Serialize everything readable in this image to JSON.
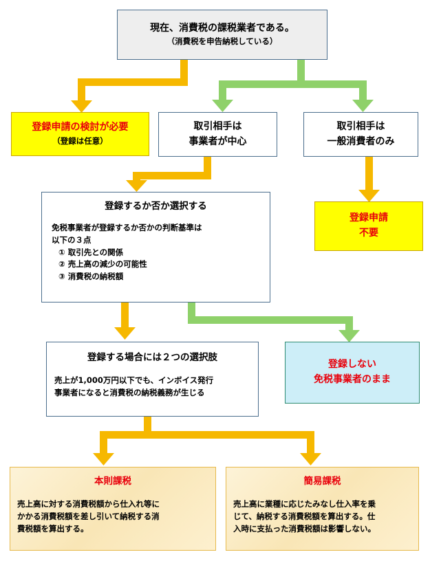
{
  "top": {
    "line1": "現在、消費税の課税業者である。",
    "line2": "（消費税を申告納税している）"
  },
  "consider": {
    "line1": "登録申請の検討が必要",
    "line2": "（登録は任意）"
  },
  "business": {
    "line1": "取引相手は",
    "line2": "事業者が中心"
  },
  "consumer": {
    "line1": "取引相手は",
    "line2": "一般消費者のみ"
  },
  "no_register": {
    "line1": "登録申請",
    "line2": "不要"
  },
  "select": {
    "title": "登録するか否か選択する",
    "intro1": "免税事業者が登録するか否かの判断基準は",
    "intro2": "以下の３点",
    "items": [
      "① 取引先との関係",
      "② 売上高の減少の可能性",
      "③ 消費税の納税額"
    ]
  },
  "register": {
    "title": "登録する場合には２つの選択肢",
    "line1": "売上が1,000万円以下でも、インボイス発行",
    "line2": "事業者になると消費税の納税義務が生じる"
  },
  "not_register": {
    "line1": "登録しない",
    "line2": "免税事業者のまま"
  },
  "honsoku": {
    "title": "本則課税",
    "line1": "売上高に対する消費税額から仕入れ等に",
    "line2": "かかる消費税額を差し引いて納税する消",
    "line3": "費税額を算出する。"
  },
  "kani": {
    "title": "簡易課税",
    "line1": "売上高に業種に応じたみなし仕入率を乗",
    "line2": "じて、納税する消費税額を算出する。仕",
    "line3": "入時に支払った消費税額は影響しない。"
  },
  "colors": {
    "arrow_yellow": "#f6b800",
    "arrow_green": "#8fd16a",
    "text_red": "#e8000b"
  }
}
